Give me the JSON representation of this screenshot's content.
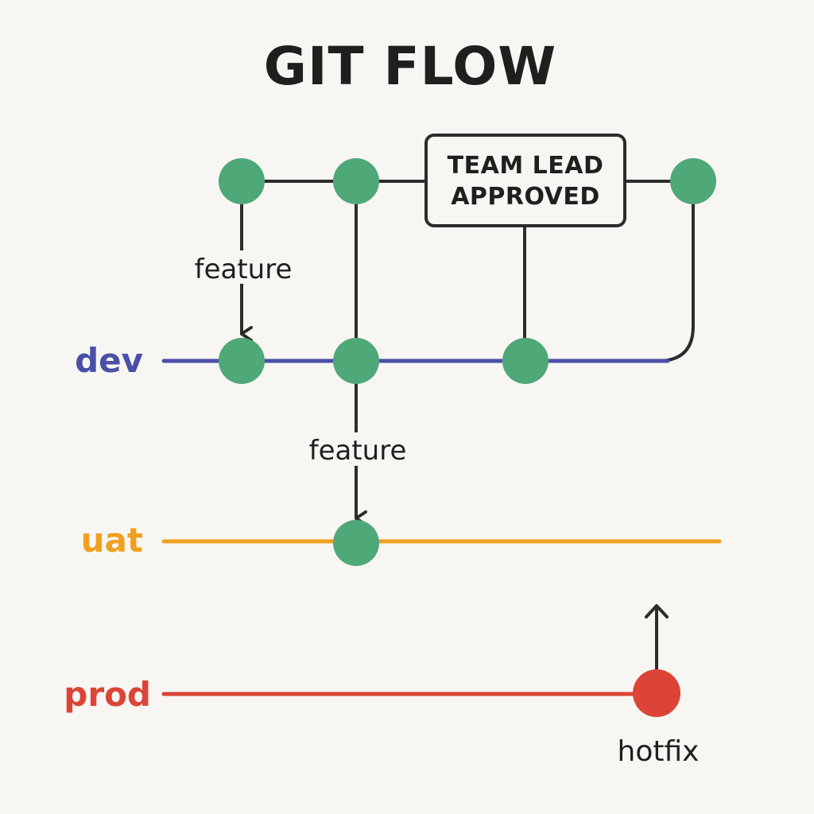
{
  "title": "GIT FLOW",
  "branches": {
    "dev": {
      "label": "dev",
      "color": "#4a4fa8"
    },
    "uat": {
      "label": "uat",
      "color": "#f0a020"
    },
    "prod": {
      "label": "prod",
      "color": "#dc4437"
    }
  },
  "labels": {
    "feature_top": "feature",
    "feature_mid": "feature",
    "hotfix": "hotfix",
    "approval_line1": "TEAM LEAD",
    "approval_line2": "APPROVED"
  },
  "colors": {
    "commit": "#4ea877",
    "hotfix_commit": "#dc4437",
    "connector": "#2c2c2c",
    "background": "#f8f6f2"
  }
}
